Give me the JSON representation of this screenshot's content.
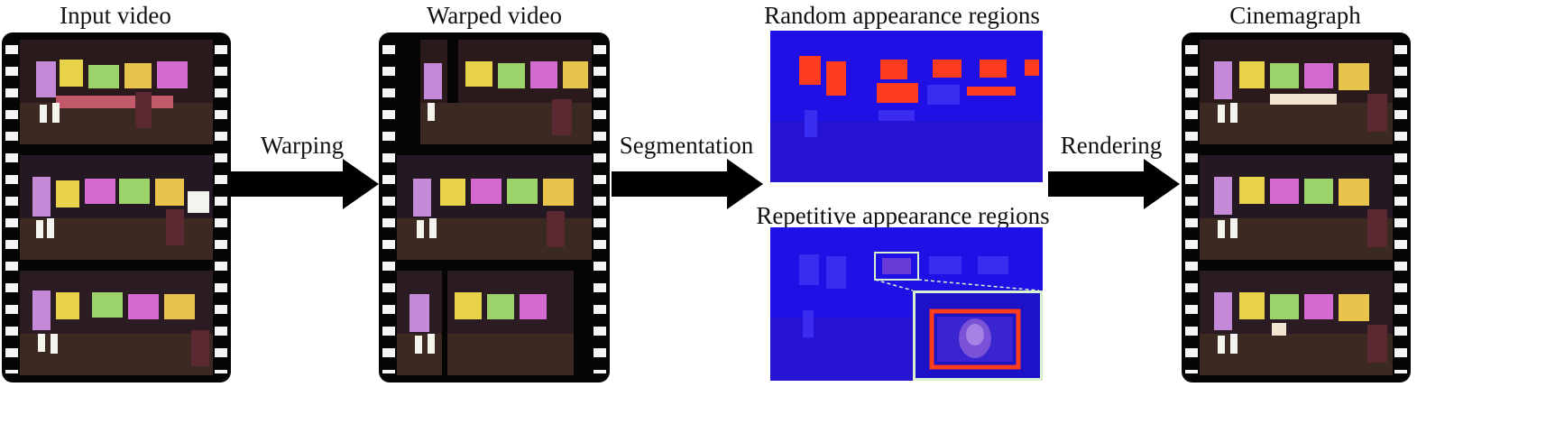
{
  "stages": {
    "input_video": "Input video",
    "warped_video": "Warped video",
    "cinemagraph": "Cinemagraph"
  },
  "steps": {
    "warping": "Warping",
    "segmentation": "Segmentation",
    "rendering": "Rendering"
  },
  "outputs": {
    "random_regions": "Random appearance regions",
    "repetitive_regions": "Repetitive appearance regions"
  },
  "colors": {
    "film": "#050505",
    "arrow": "#000000",
    "segmap_background": "#1f10e6",
    "random_highlight": "#ff3b1f",
    "zoom_box": "#d8f0d0"
  }
}
